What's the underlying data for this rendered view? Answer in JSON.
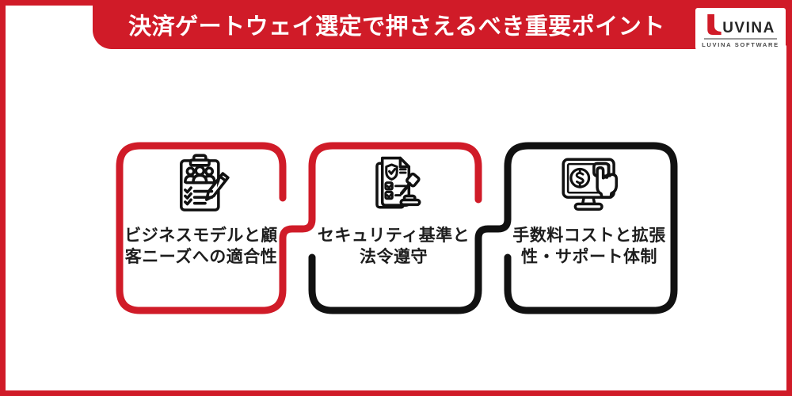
{
  "header": {
    "title": "決済ゲートウェイ選定で押さえるべき重要ポイント"
  },
  "brand": {
    "logo_letter": "L",
    "name": "UVINA",
    "tagline": "LUVINA SOFTWARE"
  },
  "cards": [
    {
      "icon": "clipboard-team-pencil-icon",
      "accent": "red",
      "label": "ビジネスモデルと顧\n客ニーズへの適合性"
    },
    {
      "icon": "compliance-checklist-gavel-icon",
      "accent": "red-black",
      "label": "セキュリティ基準と\n法令遵守"
    },
    {
      "icon": "monitor-payment-click-icon",
      "accent": "black",
      "label": "手数料コストと拡張\n性・サポート体制"
    }
  ],
  "colors": {
    "accent_red": "#d01b28",
    "ink_black": "#111111",
    "text_dark": "#1d1d1d",
    "background": "#ffffff"
  }
}
